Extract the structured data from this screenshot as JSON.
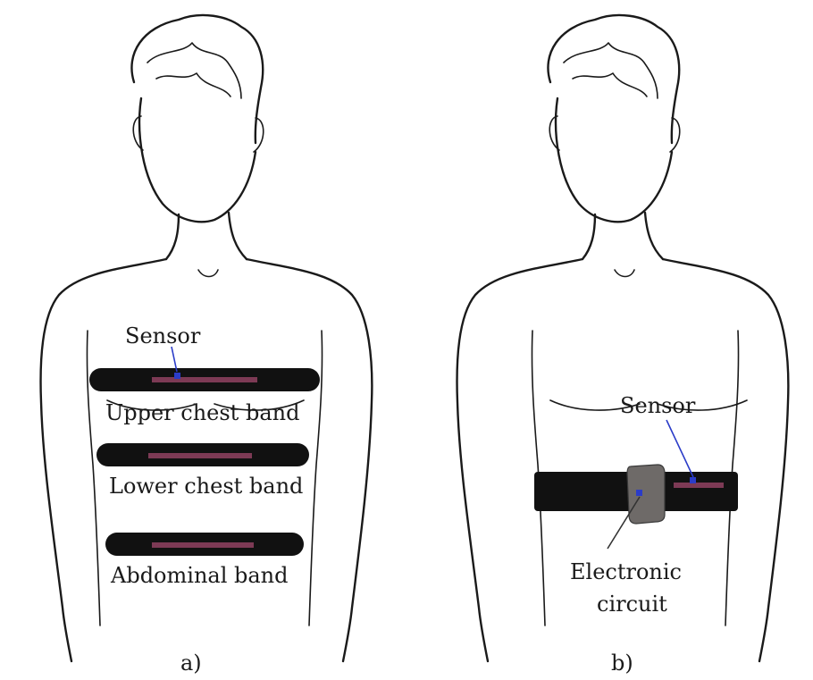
{
  "panel_a": {
    "label": "a)",
    "sensor_label": "Sensor",
    "bands": [
      "Upper chest band",
      "Lower chest band",
      "Abdominal band"
    ]
  },
  "panel_b": {
    "label": "b)",
    "sensor_label": "Sensor",
    "circuit_label_line1": "Electronic",
    "circuit_label_line2": "circuit"
  },
  "colors": {
    "band": "#111111",
    "sensor_strip": "#7d3a55",
    "sensor_marker": "#2b3cc8",
    "circuit_box": "#6e6a68"
  }
}
